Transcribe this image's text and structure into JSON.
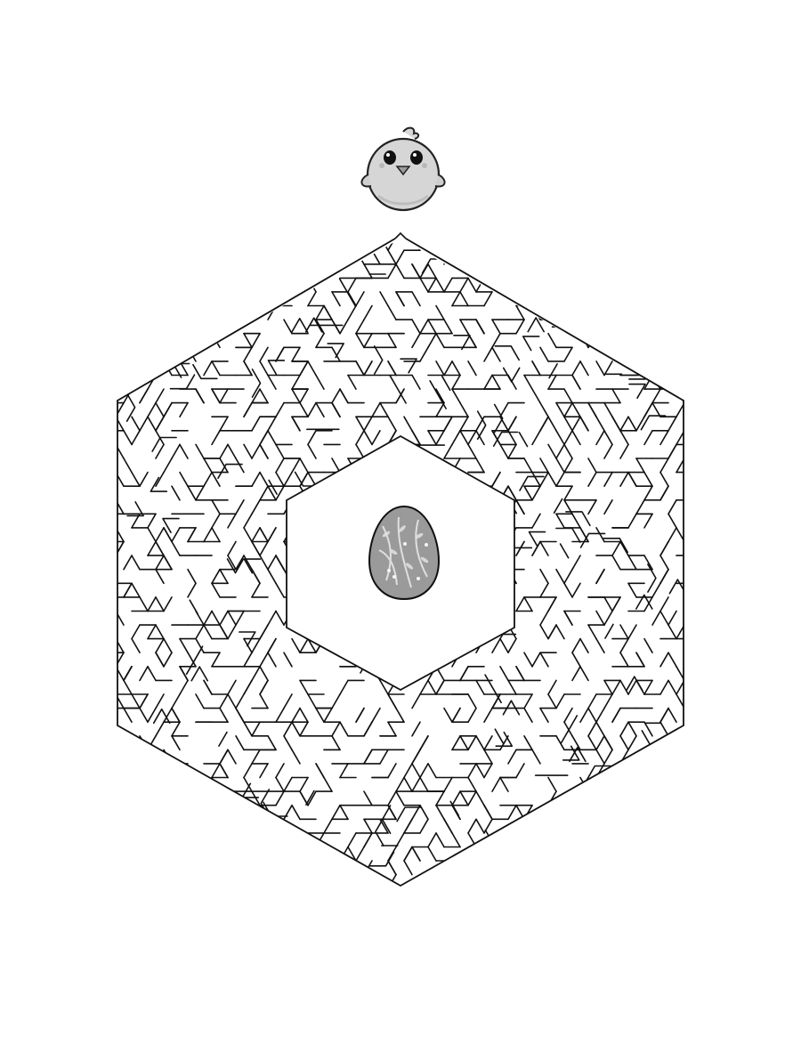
{
  "page": {
    "background": "#ffffff",
    "kind": "hexagonal maze puzzle"
  },
  "maze": {
    "shape": "hexagon",
    "line_color": "#111111",
    "center_void_shape": "hexagon",
    "entrance": "top",
    "goal": "center"
  },
  "start_character": {
    "name": "chick-icon",
    "body_color": "#cfcfcf",
    "outline_color": "#222222"
  },
  "goal_item": {
    "name": "easter-egg-icon",
    "body_color": "#9a9a9a",
    "pattern": "leafy branches"
  }
}
